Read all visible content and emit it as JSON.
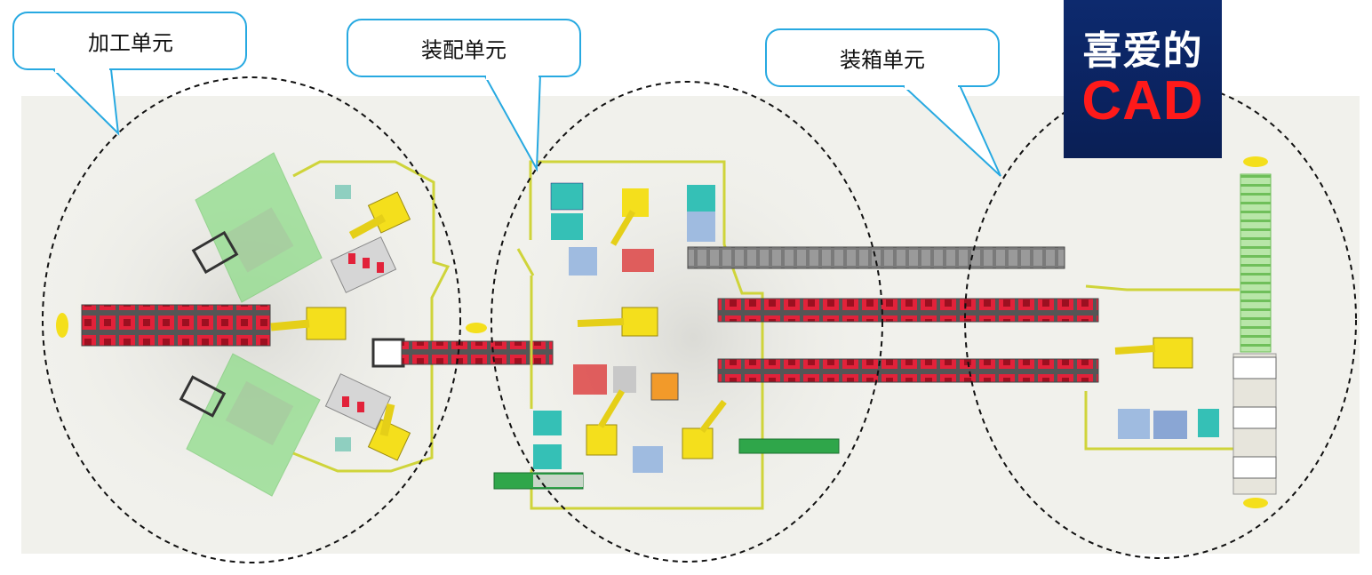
{
  "callouts": {
    "machining": "加工单元",
    "assembly": "装配单元",
    "boxing": "装箱单元"
  },
  "logo": {
    "line1": "喜爱的",
    "line2": "CAD"
  },
  "colors": {
    "floor": "#f1f1ec",
    "fence": "#cfd43a",
    "robot": "#f4df1c",
    "pallet_red": "#e2223a",
    "conveyor_gray": "#6f6f6f",
    "station_teal": "#35c0b6",
    "cell_green": "#8fdc8a",
    "callout_border": "#27a9e1",
    "logo_bg": "#0b2360",
    "logo_text_red": "#ff1a1a"
  }
}
